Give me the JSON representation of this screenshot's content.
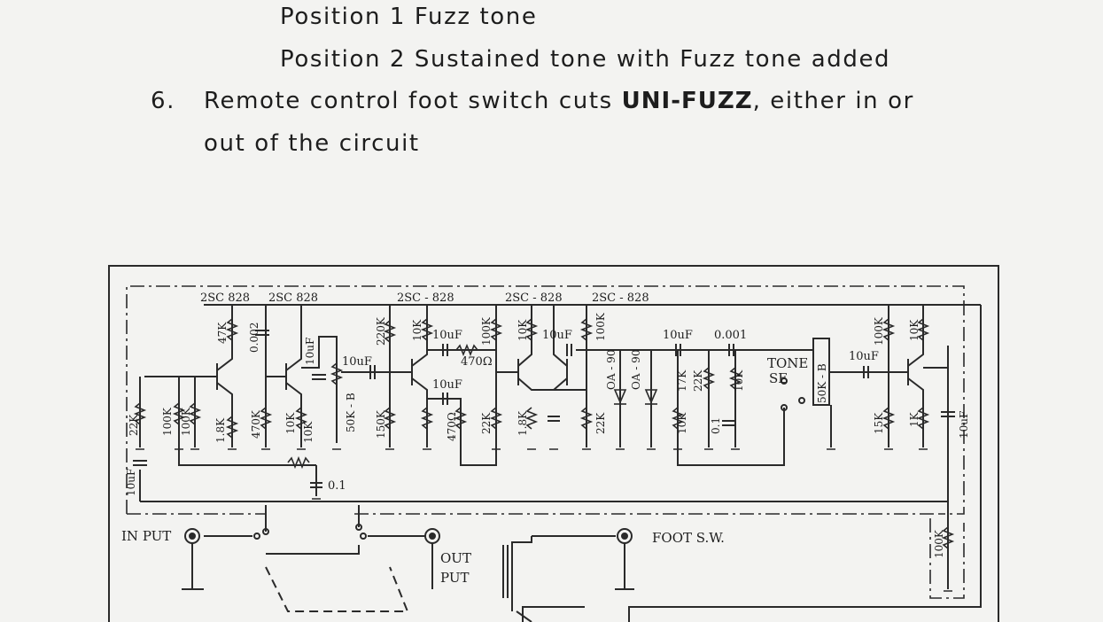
{
  "text": {
    "line1": "Position 1 Fuzz tone",
    "line2": "Position 2 Sustained tone with Fuzz tone added",
    "item6_number": "6.",
    "item6_text_a": "Remote control foot switch cuts ",
    "item6_brand": "UNI-FUZZ",
    "item6_text_b": ", either in or",
    "item6_line2": "out of the circuit"
  },
  "schematic": {
    "transistors": [
      "2SC 828",
      "2SC 828",
      "2SC - 828",
      "2SC - 828",
      "2SC - 828"
    ],
    "caps": [
      "0.002",
      "10uF",
      "10uF",
      "10uF",
      "10uF",
      "10uF",
      "10uF",
      "0.001",
      "0.1",
      "10uF",
      "0.1",
      "10uF",
      "10uF"
    ],
    "resistors": [
      "22K",
      "100K",
      "100K",
      "1.8K",
      "47K",
      "470K",
      "10K",
      "10K",
      "220K",
      "150K",
      "10K",
      "470Ω",
      "470Ω",
      "100K",
      "22K",
      "10K",
      "1.8K",
      "100K",
      "22K",
      "17K",
      "22K",
      "10K",
      "10K",
      "100K",
      "10K",
      "15K",
      "1K",
      "100K"
    ],
    "pots": [
      "50K - B",
      "50K - B"
    ],
    "diodes": [
      "OA - 90",
      "OA - 90"
    ],
    "labels": {
      "input": "IN PUT",
      "output_a": "OUT",
      "output_b": "PUT",
      "foot_sw": "FOOT S.W.",
      "tone_a": "TONE",
      "tone_b": "SE"
    }
  }
}
